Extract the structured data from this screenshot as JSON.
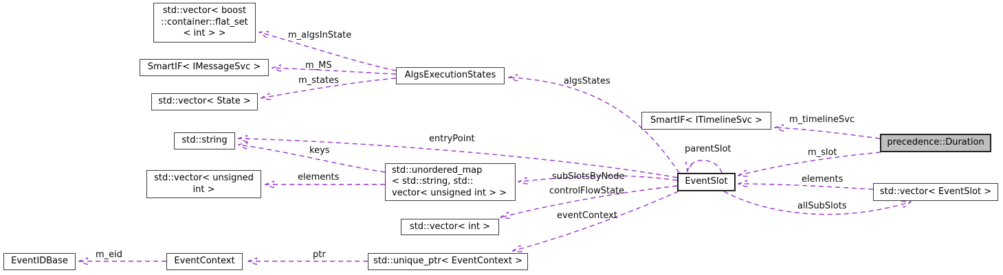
{
  "diagram_type": "collaboration-graph",
  "colors": {
    "edge": "#9a32cd",
    "node_fill": "#ffffff",
    "node_border": "#3b3b3b",
    "highlight_fill": "#bfbfbf",
    "text": "#000000"
  },
  "nodes": [
    {
      "id": "flat-set",
      "label": "std::vector< boost\n::container::flat_set\n< int > >"
    },
    {
      "id": "smartif-imessagesvc",
      "label": "SmartIF< IMessageSvc >"
    },
    {
      "id": "vector-state",
      "label": "std::vector< State >"
    },
    {
      "id": "algs-execution-states",
      "label": "AlgsExecutionStates"
    },
    {
      "id": "string",
      "label": "std::string"
    },
    {
      "id": "vector-unsigned-int",
      "label": "std::vector< unsigned\nint >"
    },
    {
      "id": "unordered-map",
      "label": "std::unordered_map\n< std::string, std::\nvector< unsigned int > >"
    },
    {
      "id": "vector-int",
      "label": "std::vector< int >"
    },
    {
      "id": "smartif-itimelinesvc",
      "label": "SmartIF< ITimelineSvc >"
    },
    {
      "id": "event-slot",
      "label": "EventSlot"
    },
    {
      "id": "precedence-duration",
      "label": "precedence::Duration"
    },
    {
      "id": "vector-eventslot",
      "label": "std::vector< EventSlot >"
    },
    {
      "id": "event-id-base",
      "label": "EventIDBase"
    },
    {
      "id": "event-context",
      "label": "EventContext"
    },
    {
      "id": "unique-ptr-eventcontext",
      "label": "std::unique_ptr< EventContext >"
    }
  ],
  "edges": [
    {
      "label": "m_algsInState"
    },
    {
      "label": "m_MS"
    },
    {
      "label": "m_states"
    },
    {
      "label": "algsStates"
    },
    {
      "label": "entryPoint"
    },
    {
      "label": "keys"
    },
    {
      "label": "elements"
    },
    {
      "label": "subSlotsByNode"
    },
    {
      "label": "controlFlowState"
    },
    {
      "label": "eventContext"
    },
    {
      "label": "parentSlot"
    },
    {
      "label": "m_timelineSvc"
    },
    {
      "label": "m_slot"
    },
    {
      "label": "elements"
    },
    {
      "label": "allSubSlots"
    },
    {
      "label": "m_eid"
    },
    {
      "label": "ptr"
    }
  ]
}
